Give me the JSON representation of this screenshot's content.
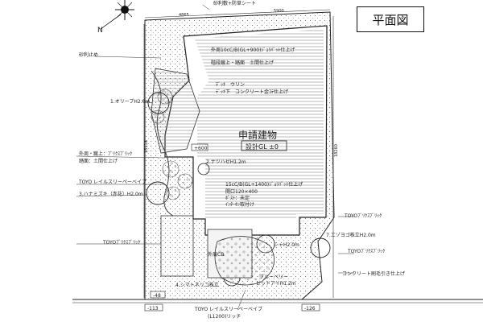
{
  "title": "平面図",
  "building": {
    "name": "申請建物",
    "ground_level": "設計GL ±0"
  },
  "dimensions": {
    "top_a": "4865",
    "top_b": "5900",
    "left": "15118",
    "right": "18260"
  },
  "levels": {
    "bottom_left": "-113",
    "bottom_mid": "-48",
    "bottom_right": "-126",
    "porch": "+600"
  },
  "annotations": {
    "top_gravel": "砂利敷+防草シート",
    "gravel_stop": "砂利止め",
    "outer_wall_cb": "外周10cC/B(GL+900)ｼﾞｮﾘﾊﾟｯﾄ仕上げ",
    "steps": "階段蹴上・踏面　土間仕上げ",
    "deck": "ﾃﾞｯｷ　ウリン",
    "deck_under": "ﾃﾞｯｷ下　コンクリート金ｺﾃ仕上げ",
    "tree_olive": "1.オリーブH2.0m",
    "tree_natsu": "2.ナツハゼH1.2m",
    "outer_step": "外周・蹴上：ﾌﾞﾘｸｽﾌﾞﾘｯｸ",
    "tread": "踏面：土間仕上げ",
    "toyo_paving": "TOYO レイルスリーペーベイブ",
    "tree_hanamizuki": "3.ハナミズキ（赤花）H2.0m",
    "cb_1400": "15cC/B(GL+1400)ｼﾞｮﾘﾊﾟｯﾄ仕上げ",
    "opening": "開口120×400",
    "post": "ﾎﾟｽﾄ：未定",
    "intercom": "ｲﾝﾀｰﾎﾝ取付け",
    "toyo_brick_right": "TOYOﾌﾞﾘｸｽﾌﾞﾘｯｸ",
    "tree_ezo": "7.エゾヨゴ株立H2.0m",
    "tree_sha": "シャH2.0m",
    "toyo_brick_left": "TOYOﾌﾞﾘｸｽﾌﾞﾘｯｸ",
    "toyo_brick_right2": "TOYOﾌﾞﾘｸｽﾌﾞﾘｯｸ",
    "outer_cb": "外周CB",
    "concrete_brush": "コンクリート刷毛引き仕上げ",
    "tree_shimatoneriko": "4.シマトネリコ株立",
    "blueberry": "ブルーベリー",
    "tree_blue": "ブルーベリー",
    "tree_bottom": "ビッドアイH1.2m",
    "toyo_bottom": "TOYO レイルスリーペーベイブ",
    "l1200": "(L1200)リッチ"
  }
}
